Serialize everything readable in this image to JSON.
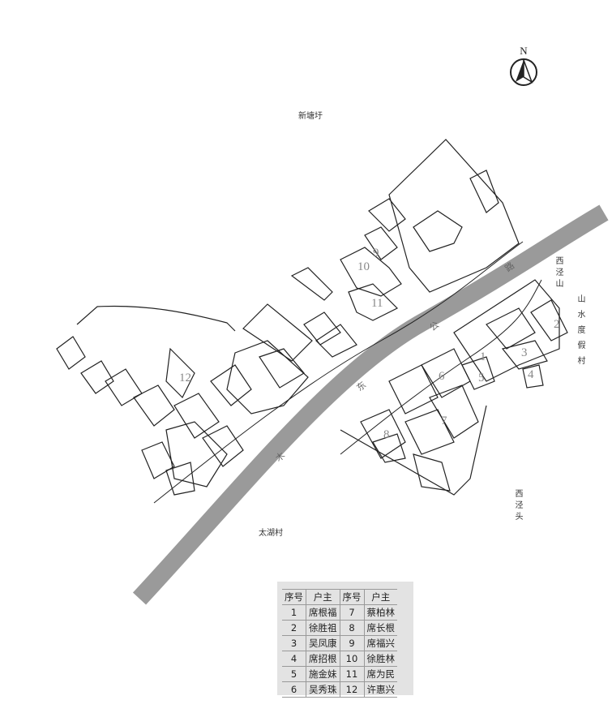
{
  "north": {
    "label": "N",
    "icon": "north-arrow-icon"
  },
  "places": {
    "xintangxu": "新塘圩",
    "xijingshan": "西泾山",
    "shanshui": "山水度假村",
    "xijingtou": "西泾头",
    "taihucun": "太湖村"
  },
  "road": {
    "chars": [
      "木",
      "东",
      "公",
      "路"
    ],
    "color": "#9a9a9a"
  },
  "house_numbers": [
    "1",
    "2",
    "3",
    "4",
    "5",
    "6",
    "7",
    "8",
    "9",
    "10",
    "11",
    "12"
  ],
  "legend": {
    "headers": [
      "序号",
      "户主",
      "序号",
      "户主"
    ],
    "rows": [
      [
        "1",
        "席根福",
        "7",
        "蔡柏林"
      ],
      [
        "2",
        "徐胜祖",
        "8",
        "席长根"
      ],
      [
        "3",
        "吴凤康",
        "9",
        "席福兴"
      ],
      [
        "4",
        "席招根",
        "10",
        "徐胜林"
      ],
      [
        "5",
        "施金妹",
        "11",
        "席为民"
      ],
      [
        "6",
        "吴秀珠",
        "12",
        "许惠兴"
      ]
    ]
  }
}
